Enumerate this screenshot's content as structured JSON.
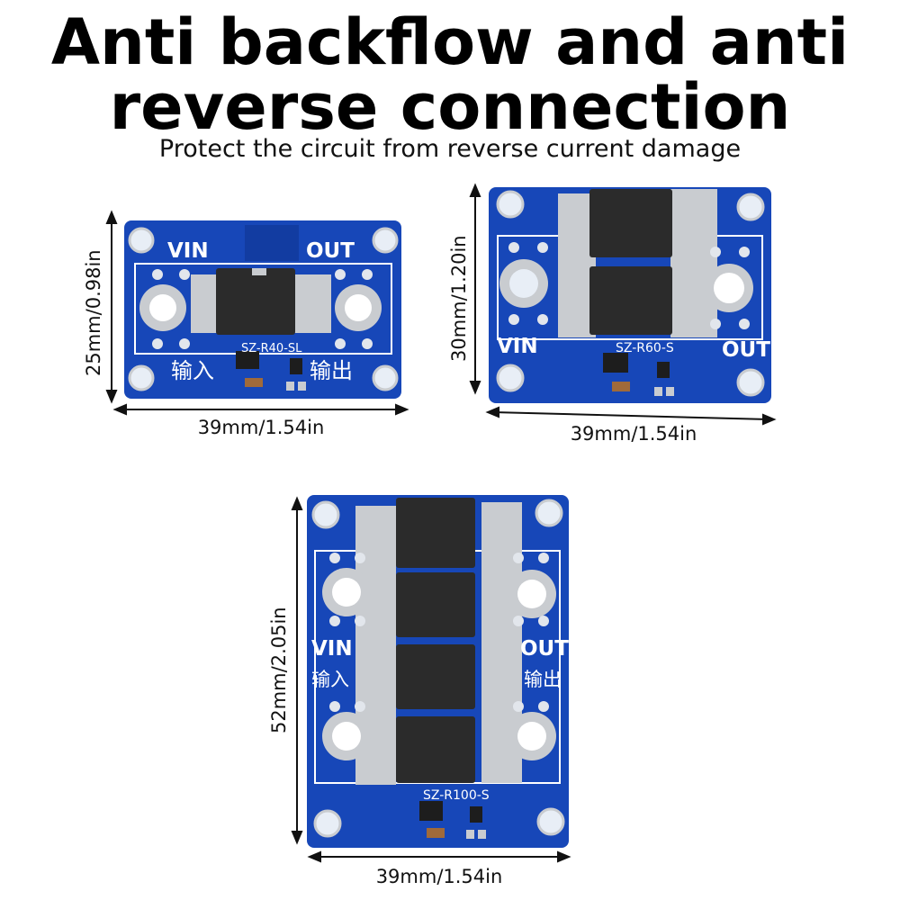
{
  "header": {
    "title_line1": "Anti backflow and anti",
    "title_line2": "reverse connection",
    "subtitle": "Protect the circuit from reverse current damage"
  },
  "colors": {
    "pcb": "#1747b8",
    "pcb_dark": "#0d2f86",
    "silkscreen": "#ffffff",
    "solder": "#c9ccd0",
    "mosfet": "#2b2b2b"
  },
  "boards": [
    {
      "model": "SZ-R40-SL",
      "vin": "VIN",
      "out": "OUT",
      "in_cn": "输入",
      "out_cn": "输出",
      "width_label": "39mm/1.54in",
      "height_label": "25mm/0.98in"
    },
    {
      "model": "SZ-R60-S",
      "vin": "VIN",
      "out": "OUT",
      "width_label": "39mm/1.54in",
      "height_label": "30mm/1.20in"
    },
    {
      "model": "SZ-R100-S",
      "vin": "VIN",
      "out": "OUT",
      "in_cn": "输入",
      "out_cn": "输出",
      "width_label": "39mm/1.54in",
      "height_label": "52mm/2.05in"
    }
  ]
}
